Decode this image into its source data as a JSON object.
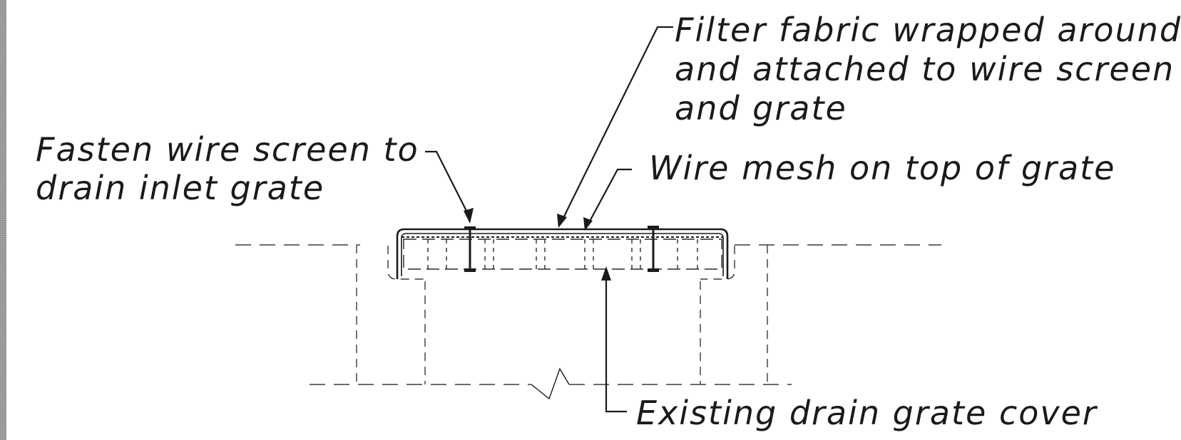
{
  "labels": {
    "filter_fabric": [
      "Filter fabric wrapped around",
      "and attached to wire screen",
      "and grate"
    ],
    "fasten_wire": [
      "Fasten wire screen to",
      "drain inlet grate"
    ],
    "wire_mesh": "Wire mesh on top of grate",
    "existing_grate": "Existing drain grate cover"
  }
}
